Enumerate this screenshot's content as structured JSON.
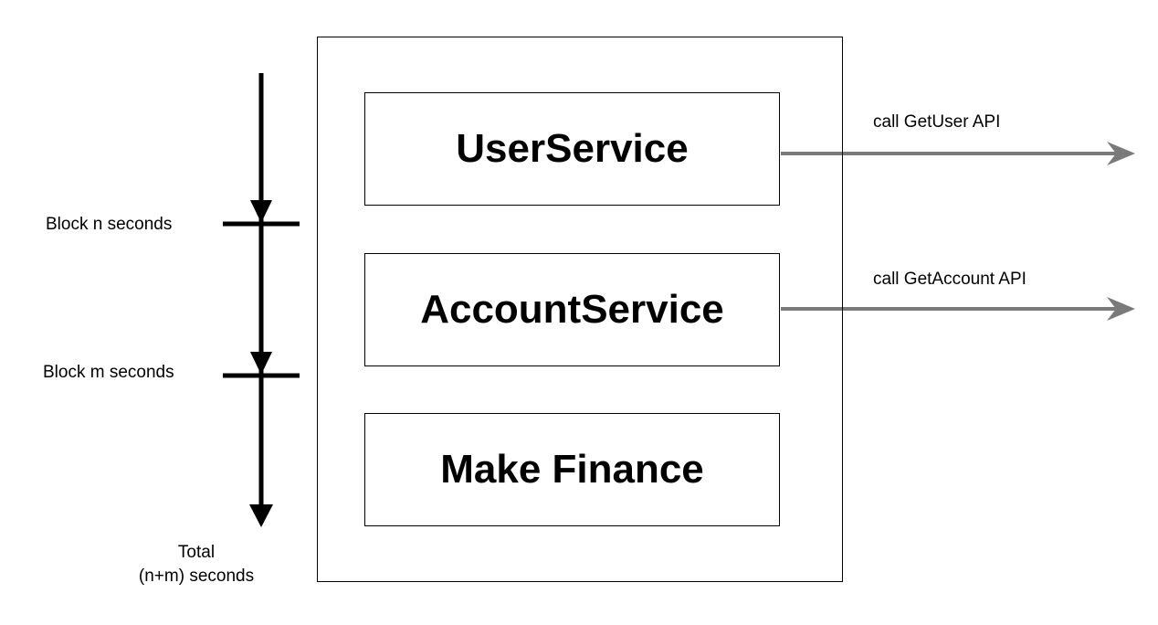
{
  "services": [
    {
      "name": "UserService"
    },
    {
      "name": "AccountService"
    },
    {
      "name": "Make Finance"
    }
  ],
  "calls": [
    {
      "label": "call GetUser API"
    },
    {
      "label": "call GetAccount API"
    }
  ],
  "timeline": {
    "block_n": "Block n seconds",
    "block_m": "Block m seconds",
    "total_line1": "Total",
    "total_line2": "(n+m) seconds"
  },
  "colors": {
    "stroke": "#000000",
    "call_arrow": "#7a7a7a",
    "background": "#ffffff"
  }
}
